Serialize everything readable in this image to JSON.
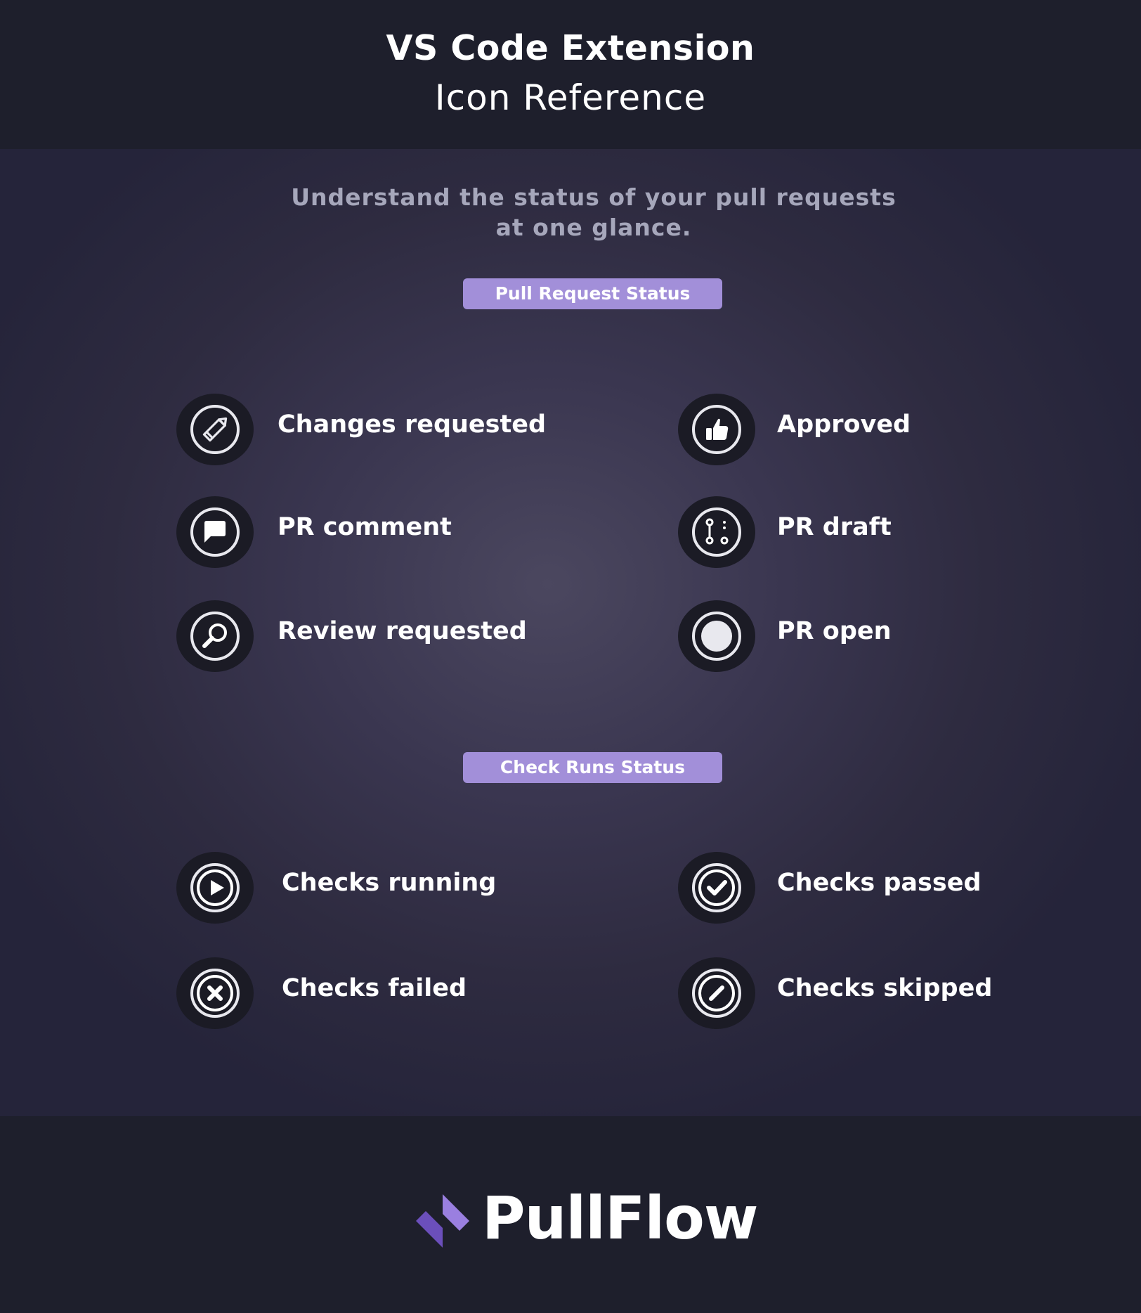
{
  "header": {
    "title": "VS Code Extension",
    "subtitle": "Icon Reference"
  },
  "tagline": "Understand the status of your pull requests at one glance.",
  "sections": [
    {
      "heading": "Pull Request Status",
      "items": [
        {
          "icon": "pencil-icon",
          "label": "Changes requested"
        },
        {
          "icon": "thumbs-up-icon",
          "label": "Approved"
        },
        {
          "icon": "comment-icon",
          "label": "PR comment"
        },
        {
          "icon": "git-pull-request-draft-icon",
          "label": "PR draft"
        },
        {
          "icon": "magnifier-icon",
          "label": "Review requested"
        },
        {
          "icon": "filled-circle-icon",
          "label": "PR open"
        }
      ]
    },
    {
      "heading": "Check Runs Status",
      "items": [
        {
          "icon": "play-icon",
          "label": "Checks running"
        },
        {
          "icon": "checkmark-icon",
          "label": "Checks passed"
        },
        {
          "icon": "x-icon",
          "label": "Checks failed"
        },
        {
          "icon": "slash-icon",
          "label": "Checks skipped"
        }
      ]
    }
  ],
  "brand": {
    "name": "PullFlow",
    "accent": "#a28fd9",
    "logo_colors": [
      "#6b4fbb",
      "#9a7fe0"
    ]
  },
  "colors": {
    "background": "#1e1f2c",
    "icon_disc": "#1b1b25",
    "tagline": "#a6a7bb"
  }
}
